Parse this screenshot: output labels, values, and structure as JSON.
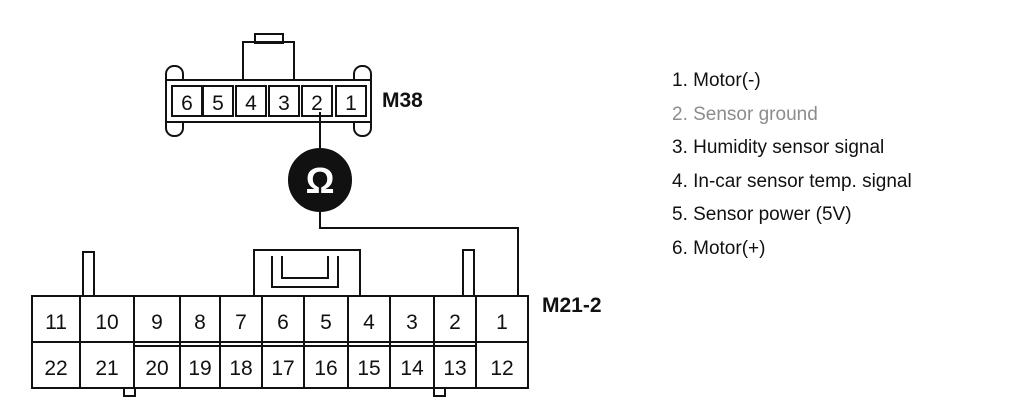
{
  "connector_top": {
    "name": "M38",
    "pins": [
      "6",
      "5",
      "4",
      "3",
      "2",
      "1"
    ]
  },
  "meter": {
    "symbol": "Ω"
  },
  "connector_bottom": {
    "name": "M21-2",
    "row_top": [
      "11",
      "10",
      "9",
      "8",
      "7",
      "6",
      "5",
      "4",
      "3",
      "2",
      "1"
    ],
    "row_bottom": [
      "22",
      "21",
      "20",
      "19",
      "18",
      "17",
      "16",
      "15",
      "14",
      "13",
      "12"
    ]
  },
  "legend": [
    {
      "text": "1. Motor(-)"
    },
    {
      "text": "2. Sensor ground",
      "muted": true
    },
    {
      "text": "3. Humidity sensor signal"
    },
    {
      "text": "4. In-car sensor temp. signal"
    },
    {
      "text": "5. Sensor power (5V)"
    },
    {
      "text": "6. Motor(+)"
    }
  ],
  "colors": {
    "line": "#111111",
    "meter_fill": "#111111",
    "meter_symbol": "#ffffff",
    "muted_text": "#8c8c8c"
  }
}
